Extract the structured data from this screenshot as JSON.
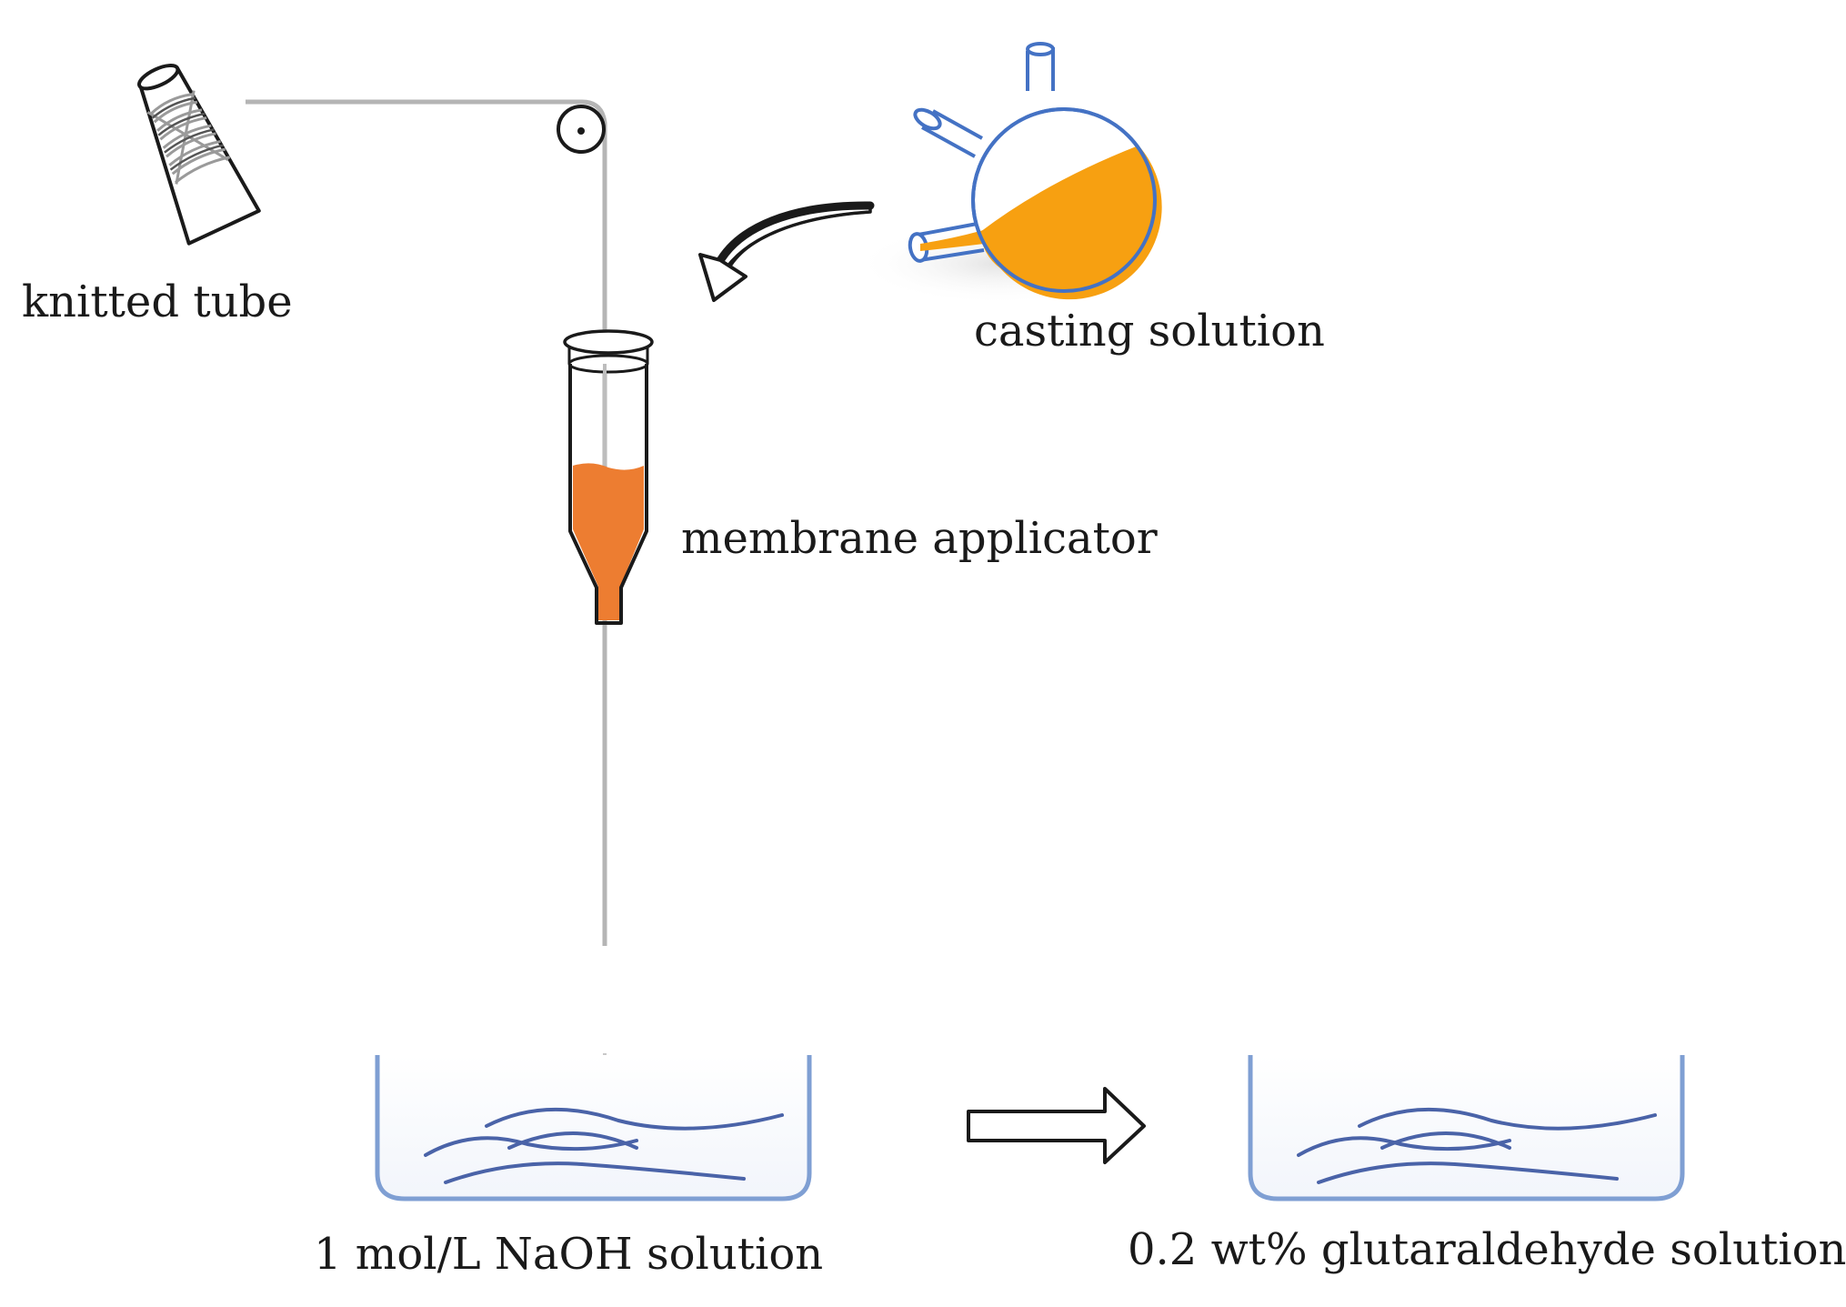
{
  "labels": {
    "knitted_tube": "knitted tube",
    "casting_solution": "casting solution",
    "membrane_applicator": "membrane applicator",
    "naoh_bath": "1 mol/L NaOH solution",
    "glutaraldehyde_bath": "0.2 wt% glutaraldehyde solution"
  },
  "colors": {
    "casting_fluid": "#f7a011",
    "applicator_fluid": "#ed7d31",
    "glassware_outline": "#4472c4",
    "bath_outline": "#7f9fd3",
    "bath_waves": "#4a63a8",
    "fiber": "#b5b5b5",
    "ink": "#1a1a1a"
  }
}
